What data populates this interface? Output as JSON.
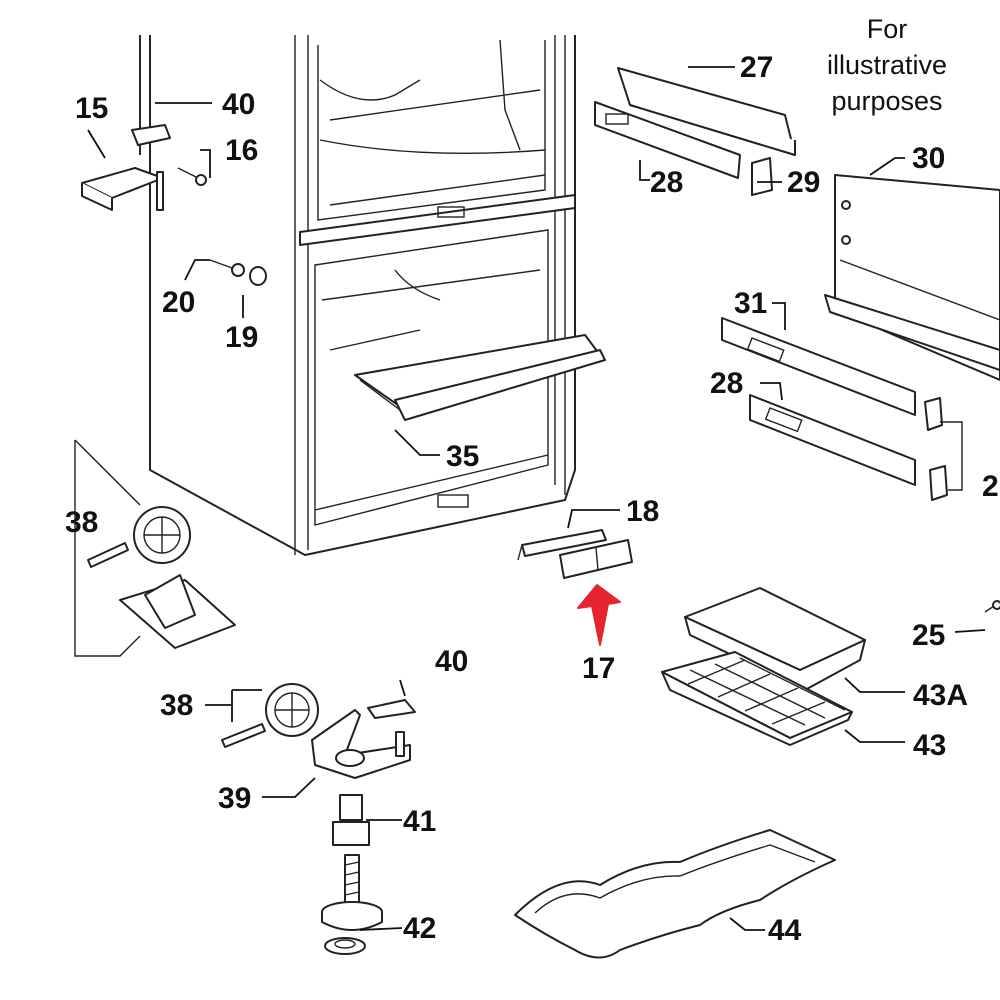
{
  "note": {
    "line1": "For",
    "line2": "illustrative",
    "line3": "purposes"
  },
  "callouts": {
    "p15": "15",
    "p40a": "40",
    "p16": "16",
    "p20": "20",
    "p19": "19",
    "p38a": "38",
    "p35": "35",
    "p27": "27",
    "p28a": "28",
    "p29": "29",
    "p30": "30",
    "p31": "31",
    "p28b": "28",
    "p2x": "2",
    "p18": "18",
    "p17": "17",
    "p25": "25",
    "p43a": "43A",
    "p43": "43",
    "p38b": "38",
    "p40b": "40",
    "p39": "39",
    "p41": "41",
    "p42": "42",
    "p44": "44"
  },
  "colors": {
    "line": "#222222",
    "highlight_arrow": "#e4242f"
  }
}
